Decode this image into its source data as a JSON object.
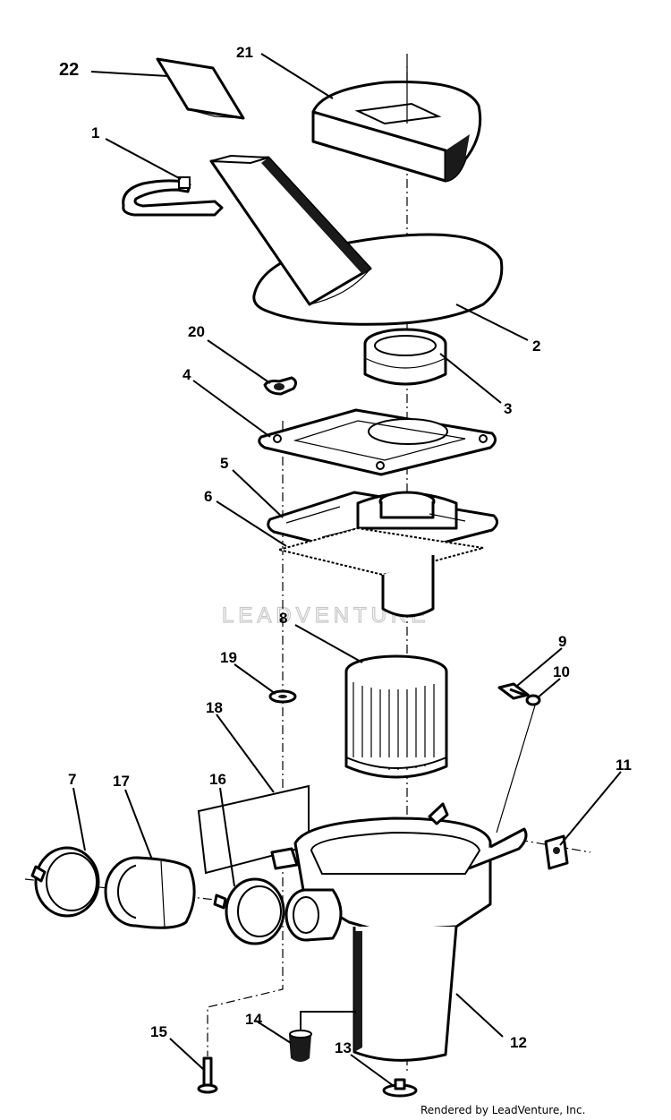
{
  "watermark": "LEADVENTURE",
  "credit": "Rendered by LeadVenture, Inc.",
  "callouts": {
    "c1": "1",
    "c2": "2",
    "c3": "3",
    "c4": "4",
    "c5": "5",
    "c6": "6",
    "c7": "7",
    "c8": "8",
    "c9": "9",
    "c10": "10",
    "c11": "11",
    "c12": "12",
    "c13": "13",
    "c14": "14",
    "c15": "15",
    "c16": "16",
    "c17": "17",
    "c18": "18",
    "c19": "19",
    "c20": "20",
    "c21": "21",
    "c22": "22"
  }
}
